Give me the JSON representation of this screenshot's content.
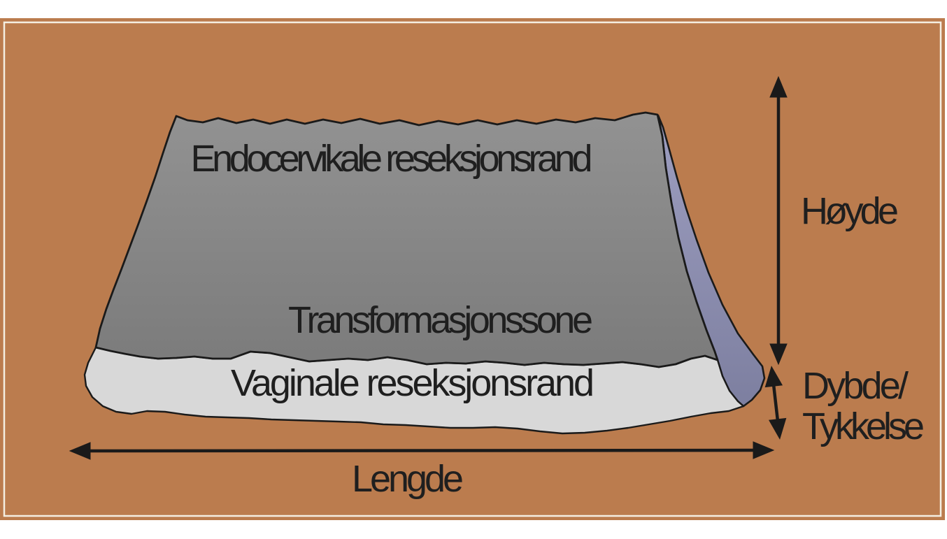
{
  "diagram": {
    "title_context": "Konisat / cervical cone specimen diagram",
    "labels": {
      "endocervical_margin": "Endocervikale reseksjonsrand",
      "transformation_zone": "Transformasjonssone",
      "vaginal_margin": "Vaginale reseksjonsrand",
      "height": "Høyde",
      "depth_line1": "Dybde/",
      "depth_line2": "Tykkelse",
      "length": "Lengde"
    },
    "colors": {
      "page_background": "#ffffff",
      "canvas_brown": "#bb7c4e",
      "inner_border": "#f4eee1",
      "specimen_gray_top": "#929292",
      "specimen_gray_bottom": "#7b7b7b",
      "vaginal_band_gray": "#d8d8d8",
      "purple_top": "#9d9ec0",
      "purple_bottom": "#7d7fa0",
      "outline_black": "#1a1a1a",
      "text_black": "#1f1f1f"
    }
  }
}
